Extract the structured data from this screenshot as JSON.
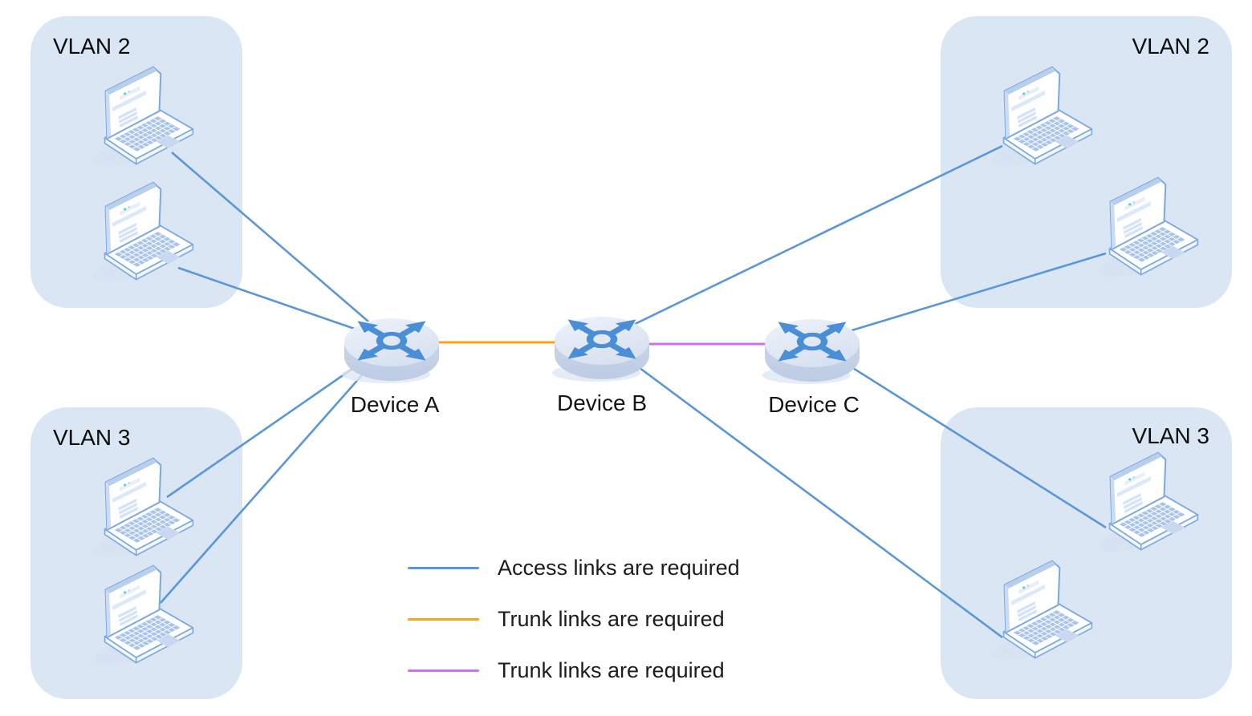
{
  "diagram": {
    "type": "network-topology",
    "vlan_groups": [
      {
        "position": "top-left",
        "label": "VLAN 2",
        "laptop_count": 2
      },
      {
        "position": "bottom-left",
        "label": "VLAN 3",
        "laptop_count": 2
      },
      {
        "position": "top-right",
        "label": "VLAN 2",
        "laptop_count": 2
      },
      {
        "position": "bottom-right",
        "label": "VLAN 3",
        "laptop_count": 2
      }
    ],
    "devices": [
      {
        "label": "Device A"
      },
      {
        "label": "Device B"
      },
      {
        "label": "Device C"
      }
    ],
    "links": [
      {
        "from": "top-left laptop 1",
        "to": "Device A",
        "type": "access"
      },
      {
        "from": "top-left laptop 2",
        "to": "Device A",
        "type": "access"
      },
      {
        "from": "bottom-left laptop 1",
        "to": "Device A",
        "type": "access"
      },
      {
        "from": "bottom-left laptop 2",
        "to": "Device A",
        "type": "access"
      },
      {
        "from": "top-right laptop 1",
        "to": "Device B",
        "type": "access"
      },
      {
        "from": "top-right laptop 2",
        "to": "Device C",
        "type": "access"
      },
      {
        "from": "bottom-right laptop 1",
        "to": "Device C",
        "type": "access"
      },
      {
        "from": "bottom-right laptop 2",
        "to": "Device B",
        "type": "access"
      },
      {
        "from": "Device A",
        "to": "Device B",
        "type": "trunk"
      },
      {
        "from": "Device B",
        "to": "Device C",
        "type": "trunk"
      }
    ]
  },
  "legend": {
    "items": [
      {
        "label": "Access links are required",
        "color": "#5a97d9"
      },
      {
        "label": "Trunk links are required",
        "color": "#ffa113"
      },
      {
        "label": "Trunk links are required",
        "color": "#cf6ff2"
      }
    ]
  },
  "colors": {
    "vlan_box_bg": "#dae6f4",
    "access_link": "#5a97d9",
    "trunk_link_a_b": "#ffa113",
    "trunk_link_b_c": "#cf6ff2",
    "device_arrow_glyph": "#4a8ed8",
    "laptop_outline": "#7da9e2",
    "laptop_keys": "#a9c4ea"
  }
}
